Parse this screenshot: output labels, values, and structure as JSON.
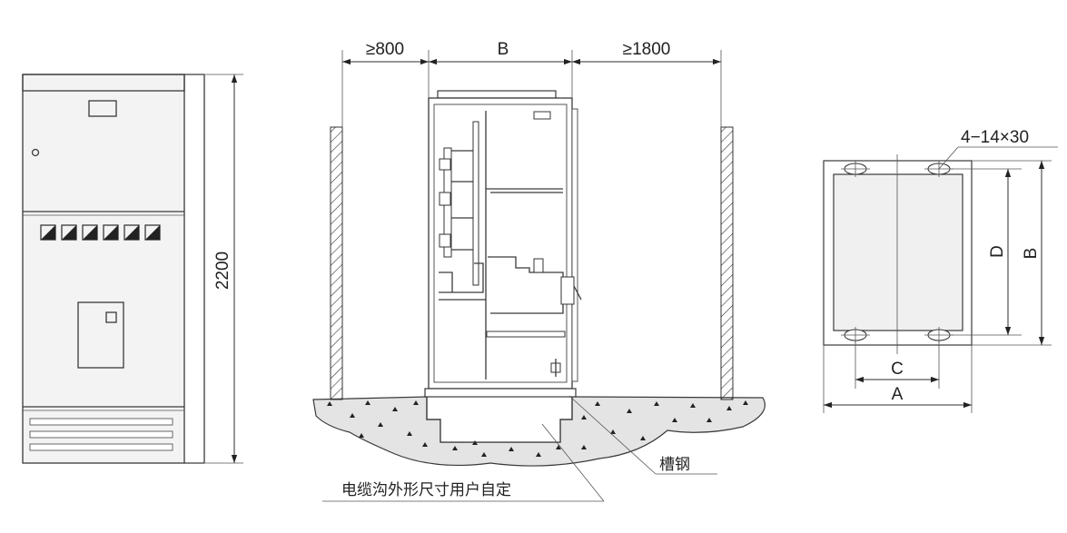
{
  "diagram": {
    "front_view": {
      "height_label": "2200"
    },
    "side_view": {
      "left_clearance": "≥800",
      "width_label": "B",
      "right_clearance": "≥1800",
      "channel_steel_label": "槽钢",
      "trench_note": "电缆沟外形尺寸用户自定"
    },
    "base_plan": {
      "hole_spec": "4−14×30",
      "depth_label": "D",
      "overall_depth_label": "B",
      "hole_spacing_label": "C",
      "overall_width_label": "A"
    }
  }
}
